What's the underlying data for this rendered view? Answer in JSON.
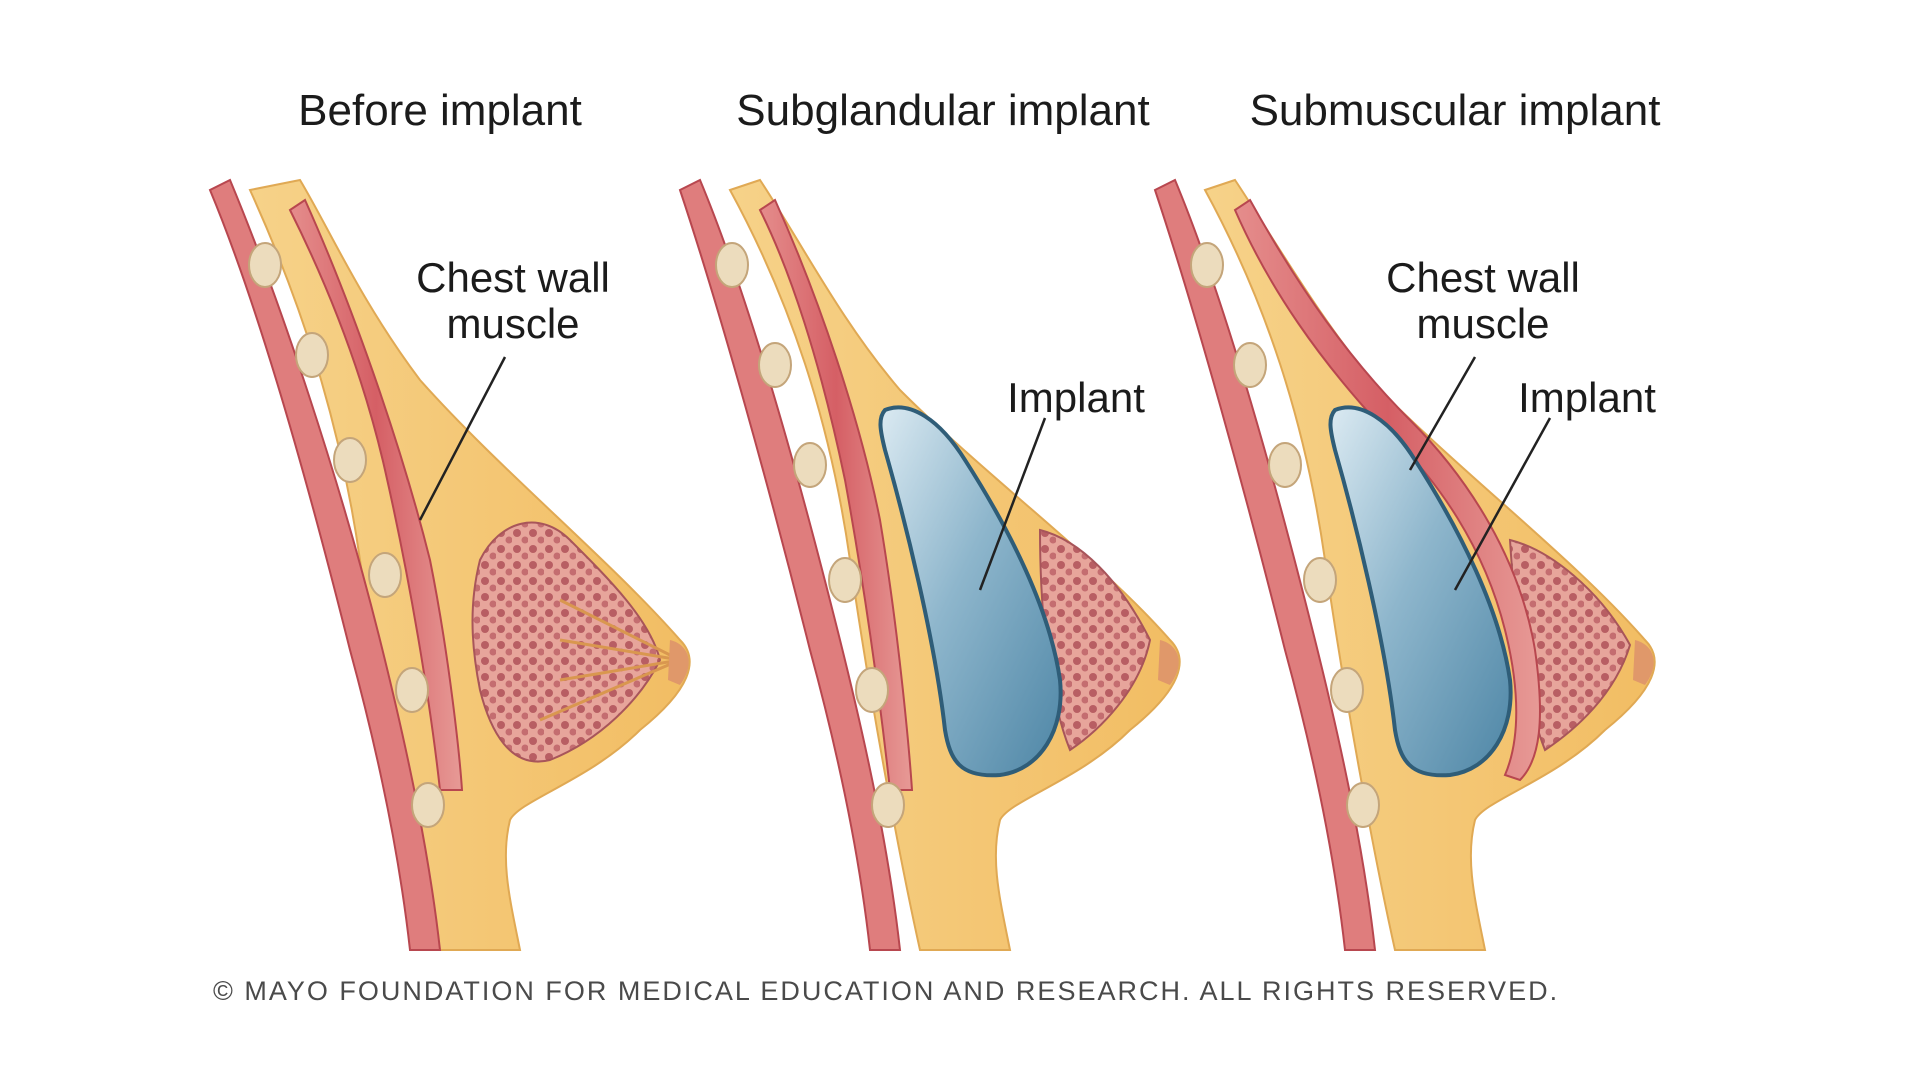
{
  "panels": [
    {
      "title": "Before implant",
      "labels": [
        {
          "line1": "Chest wall",
          "line2": "muscle"
        }
      ]
    },
    {
      "title": "Subglandular implant",
      "labels": [
        {
          "line1": "Implant"
        }
      ]
    },
    {
      "title": "Submuscular implant",
      "labels": [
        {
          "line1": "Chest wall",
          "line2": "muscle"
        },
        {
          "line1": "Implant"
        }
      ]
    }
  ],
  "copyright": "© MAYO FOUNDATION FOR MEDICAL EDUCATION AND RESEARCH. ALL RIGHTS RESERVED.",
  "colors": {
    "fat": "#f3c46e",
    "fat_light": "#f8dc9a",
    "muscle": "#d9646a",
    "muscle_light": "#eda1a0",
    "gland": "#c06a6e",
    "implant": "#6f9fbc",
    "implant_light": "#cfe3ee",
    "rib": "#ead8b6",
    "skin": "#f0bf7a"
  }
}
